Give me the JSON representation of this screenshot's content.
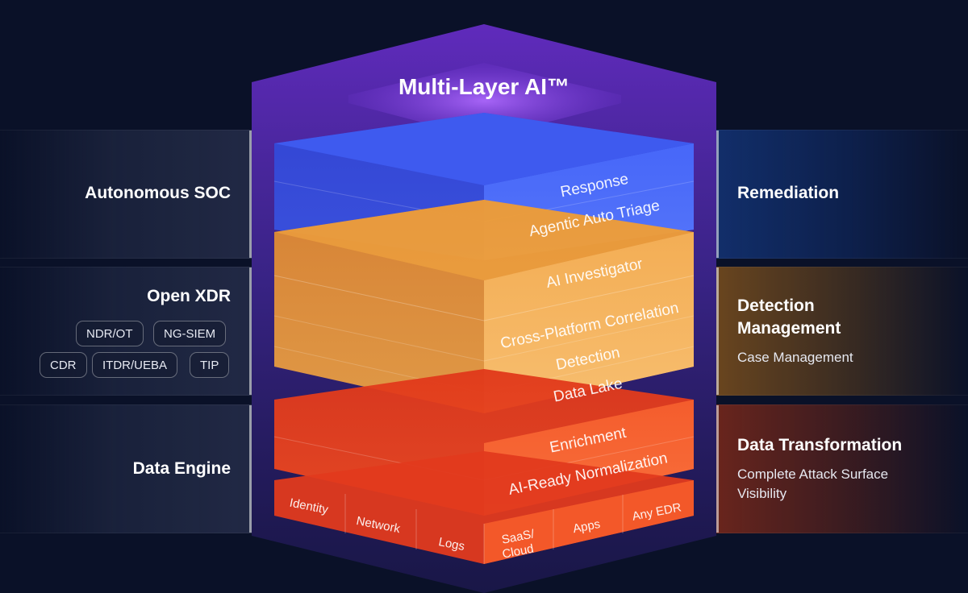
{
  "header": {
    "title": "Multi-Layer AI™"
  },
  "left": {
    "autonomous_soc": "Autonomous SOC",
    "open_xdr": {
      "title": "Open XDR",
      "chips": [
        "NDR/OT",
        "NG-SIEM",
        "CDR",
        "ITDR/UEBA",
        "TIP"
      ]
    },
    "data_engine": "Data Engine"
  },
  "right": {
    "remediation": "Remediation",
    "detection_management": {
      "title_line1": "Detection",
      "title_line2": "Management",
      "subtitle": "Case Management"
    },
    "data_transformation": {
      "title": "Data Transformation",
      "subtitle_line1": "Complete Attack Surface",
      "subtitle_line2": "Visibility"
    }
  },
  "stack": {
    "layers": [
      "Response",
      "Agentic Auto Triage",
      "AI Investigator",
      "Cross-Platform Correlation",
      "Detection",
      "Data Lake",
      "Enrichment",
      "AI-Ready Normalization"
    ],
    "sources": [
      "Identity",
      "Network",
      "Logs",
      "SaaS/",
      "Cloud",
      "Apps",
      "Any EDR"
    ]
  },
  "colors": {
    "background": "#0a1128",
    "blue_layer": "#3c5cf0",
    "orange_layer": "#f4a640",
    "red_layer": "#f24a1e",
    "purple_frame": "#6a2fd0"
  }
}
